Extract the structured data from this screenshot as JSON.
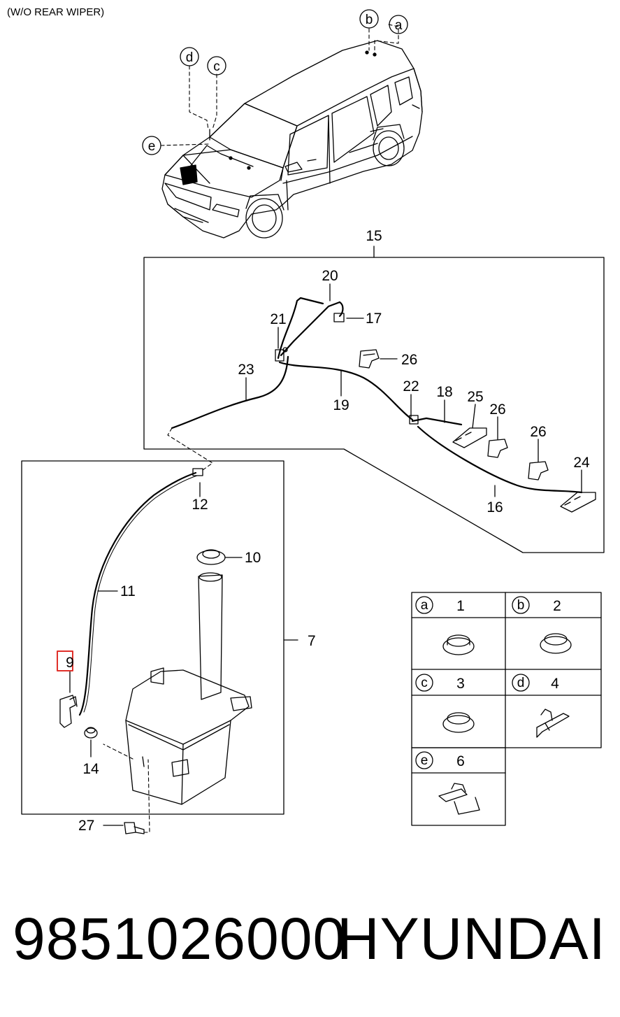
{
  "header_note": "(W/O REAR WIPER)",
  "vehicle_callouts": [
    "a",
    "b",
    "c",
    "d",
    "e"
  ],
  "part_labels": {
    "p7": "7",
    "p9": "9",
    "p10": "10",
    "p11": "11",
    "p12": "12",
    "p14": "14",
    "p15": "15",
    "p16": "16",
    "p17": "17",
    "p18": "18",
    "p19": "19",
    "p20": "20",
    "p21": "21",
    "p22": "22",
    "p23": "23",
    "p24": "24",
    "p25": "25",
    "p26a": "26",
    "p26b": "26",
    "p26c": "26",
    "p27": "27"
  },
  "highlighted_part": "9",
  "highlight_color": "#e0302a",
  "legend": [
    {
      "letter": "a",
      "number": "1"
    },
    {
      "letter": "b",
      "number": "2"
    },
    {
      "letter": "c",
      "number": "3"
    },
    {
      "letter": "d",
      "number": "4"
    },
    {
      "letter": "e",
      "number": "6"
    }
  ],
  "footer": {
    "part_number": "9851026000",
    "brand": "HYUNDAI"
  }
}
